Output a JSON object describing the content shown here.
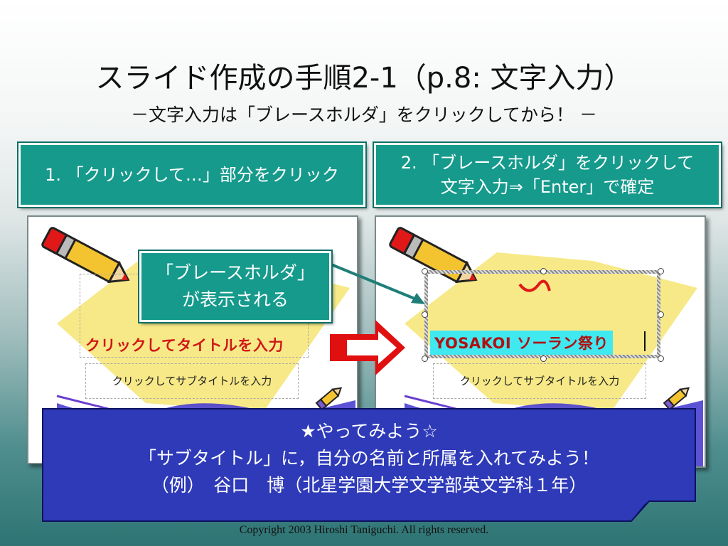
{
  "title": "スライド作成の手順2-1（p.8: 文字入力）",
  "subtitle": "－文字入力は「ブレースホルダ」をクリックしてから！ －",
  "steps": [
    {
      "lines": [
        "1. 「クリックして…」部分をクリック"
      ]
    },
    {
      "lines": [
        "2. 「ブレースホルダ」をクリックして",
        "文字入力⇒「Enter」で確定"
      ]
    }
  ],
  "left_panel": {
    "title_placeholder": "クリックしてタイトルを入力",
    "subtitle_placeholder": "クリックしてサブタイトルを入力"
  },
  "right_panel": {
    "typed_title": "YOSAKOI ソーラン祭り",
    "subtitle_placeholder": "クリックしてサブタイトルを入力"
  },
  "callout": {
    "line1": "「ブレースホルダ」",
    "line2": "が表示される"
  },
  "note": {
    "line1": "★やってみよう☆",
    "line2": "「サブタイトル」に，自分の名前と所属を入れてみよう！",
    "line3": "（例）　谷口　博（北星学園大学文学部英文学科１年）"
  },
  "copyright": "Copyright 2003 Hiroshi Taniguchi. All rights reserved.",
  "colors": {
    "step_fill": "#159a8c",
    "note_fill": "#2e3ab8",
    "placeholder_red": "#d01818",
    "arrow_red": "#e01010",
    "highlight_cyan": "#40e8f0"
  }
}
